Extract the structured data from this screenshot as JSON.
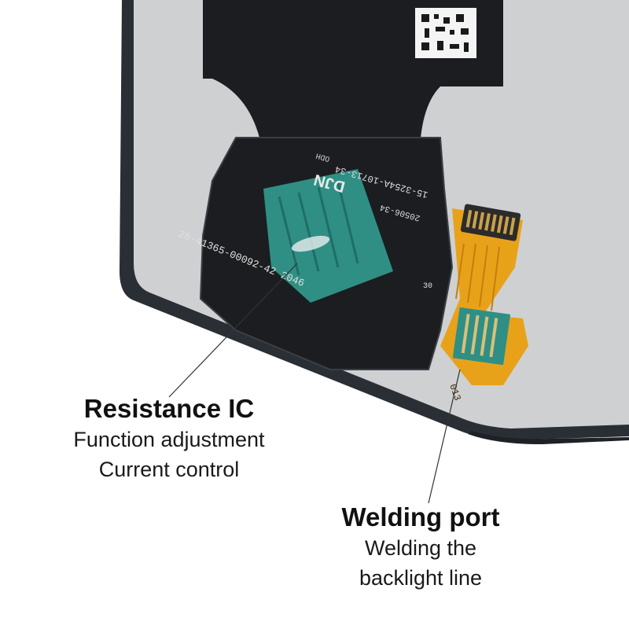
{
  "board": {
    "part_number": "28-41365-00092-42 2046",
    "brand_mark": "DJN",
    "code_line1": "15-3254A-10713-34",
    "code_line2": "20506-34",
    "code_small": "ODH",
    "connector_label": "30",
    "port_label": "013"
  },
  "callouts": {
    "resistance_ic": {
      "title": "Resistance IC",
      "line1": "Function adjustment",
      "line2": "Current control"
    },
    "welding_port": {
      "title": "Welding port",
      "line1": "Welding the",
      "line2": "backlight line"
    }
  },
  "colors": {
    "background": "#ffffff",
    "panel_frame": "#2a2f36",
    "panel_glass": "#cfd0d2",
    "flex_cable": "#1b1d20",
    "ic_chip": "#2f8f84",
    "gold_flex": "#e8a21a",
    "leader_line": "#333333"
  }
}
